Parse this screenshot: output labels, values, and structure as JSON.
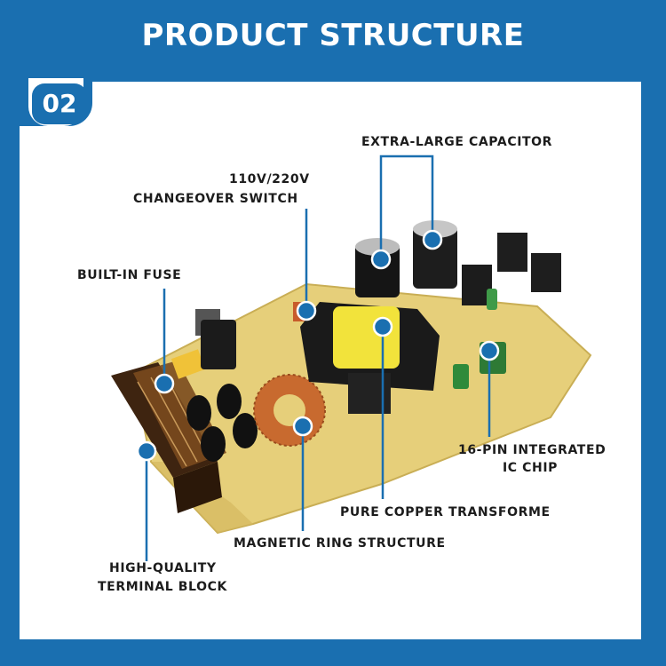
{
  "header": {
    "title": "PRODUCT STRUCTURE"
  },
  "badge": {
    "number": "02"
  },
  "labels": {
    "capacitor": "EXTRA-LARGE CAPACITOR",
    "switch_line1": "110V/220V",
    "switch_line2": "CHANGEOVER SWITCH",
    "fuse": "BUILT-IN FUSE",
    "ic_line1": "16-PIN INTEGRATED",
    "ic_line2": "IC CHIP",
    "transformer": "PURE COPPER TRANSFORME",
    "magnetic_ring": "MAGNETIC RING STRUCTURE",
    "terminal_line1": "HIGH-QUALITY",
    "terminal_line2": "TERMINAL BLOCK"
  },
  "colors": {
    "brand_blue": "#1a6fb0",
    "pcb": "#e6cf7a",
    "callout_dot": "#1a6fb0"
  }
}
